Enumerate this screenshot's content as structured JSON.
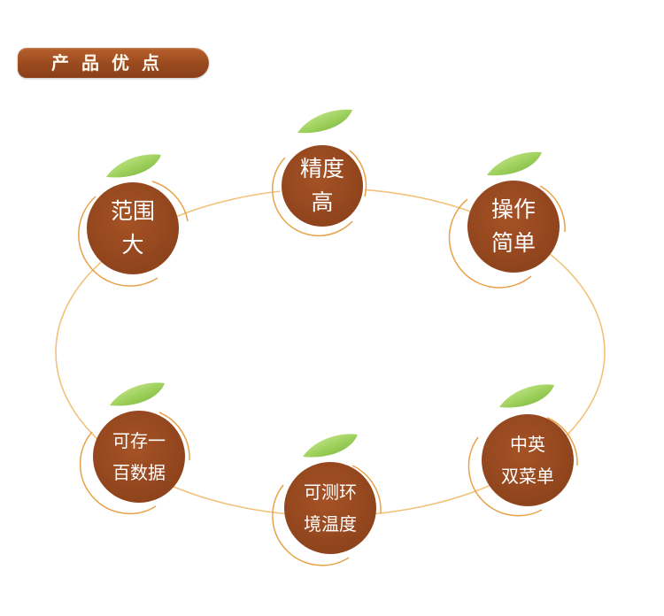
{
  "header": {
    "title": "产品优点"
  },
  "colors": {
    "banner": "#9a4a1f",
    "node_fill": "#9a4a1f",
    "node_ring": "#e8a24a",
    "ellipse": "#f2c27a",
    "leaf": "#9ccf5a",
    "text": "#ffffff"
  },
  "nodes": [
    {
      "id": "precision",
      "line1": "精度",
      "line2": "高"
    },
    {
      "id": "range",
      "line1": "范围",
      "line2": "大"
    },
    {
      "id": "operation",
      "line1": "操作",
      "line2": "简单"
    },
    {
      "id": "storage",
      "line1": "可存一",
      "line2": "百数据"
    },
    {
      "id": "temperature",
      "line1": "可测环",
      "line2": "境温度"
    },
    {
      "id": "menu",
      "line1": "中英",
      "line2": "双菜单"
    }
  ]
}
